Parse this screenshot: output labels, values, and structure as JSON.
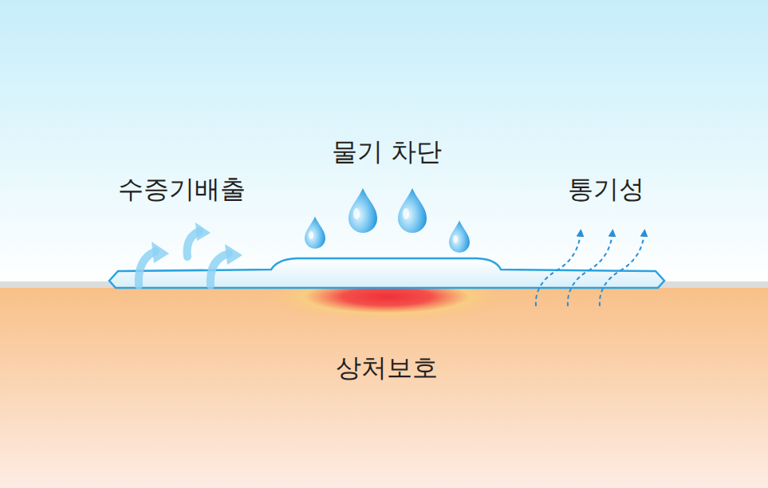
{
  "diagram": {
    "labels": [
      "물기 차단",
      "수증기배출",
      "통기성",
      "상처보호"
    ]
  }
}
